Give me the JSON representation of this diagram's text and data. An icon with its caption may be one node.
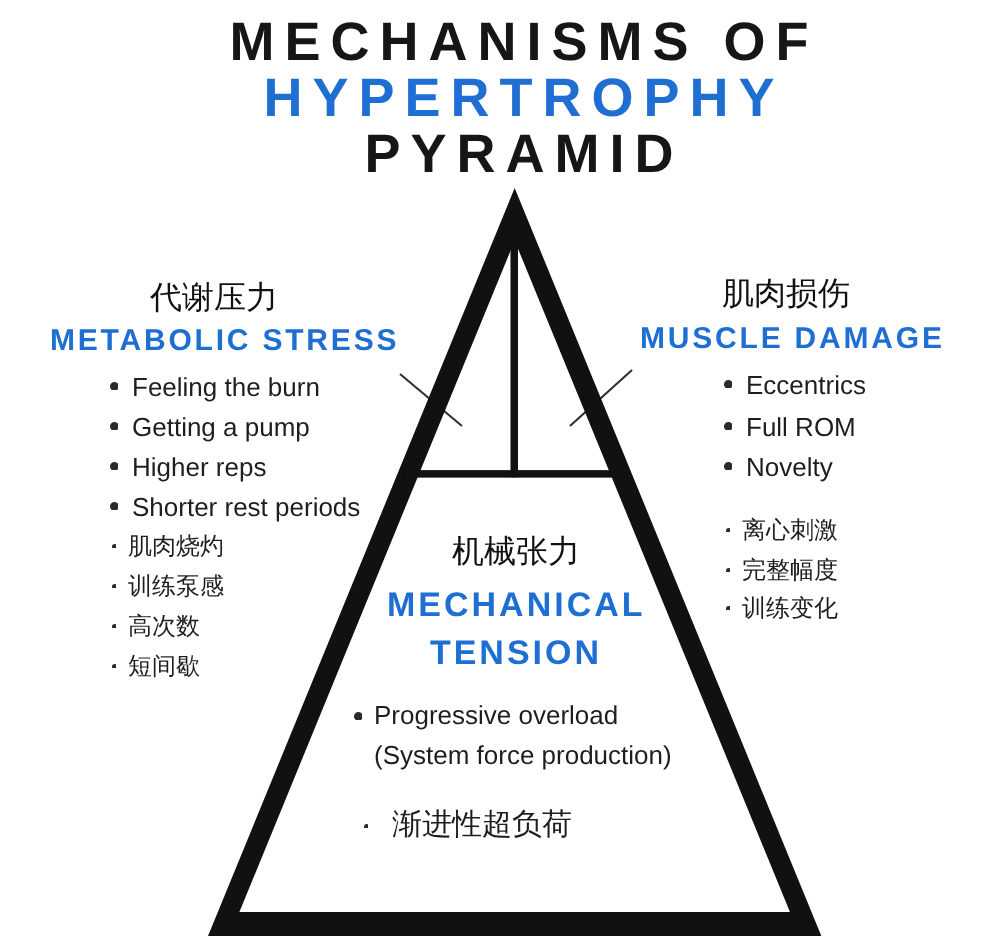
{
  "diagram": {
    "title": "MECHANISMS OF HYPERTROPHY PYRAMID",
    "nodes": [
      {
        "text": [],
        "shape": "triangle"
      },
      {
        "text": [],
        "shape": "triangle",
        "in": 0
      },
      {
        "text": [],
        "shape": "triangle",
        "in": 0
      },
      {
        "text": [
          "代谢压力",
          "METABOLIC STRESS",
          "Feeling the burn",
          "Getting a pump",
          "Higher reps",
          "Shorter rest periods",
          "肌肉烧灼",
          "训练泵感",
          "高次数",
          "短间歇"
        ]
      },
      {
        "text": [
          "肌肉损伤",
          "MUSCLE DAMAGE",
          "Eccentrics",
          "Full ROM",
          "Novelty",
          "离心刺激",
          "完整幅度",
          "训练变化"
        ]
      },
      {
        "text": [
          "机械张力",
          "MECHANICAL TENSION",
          "Progressive overload (System force production)",
          "渐进性超负荷"
        ],
        "in": 0
      }
    ],
    "edges": [
      {
        "from": 3,
        "to": 1,
        "arrow": "none"
      },
      {
        "from": 4,
        "to": 2,
        "arrow": "none"
      }
    ]
  }
}
